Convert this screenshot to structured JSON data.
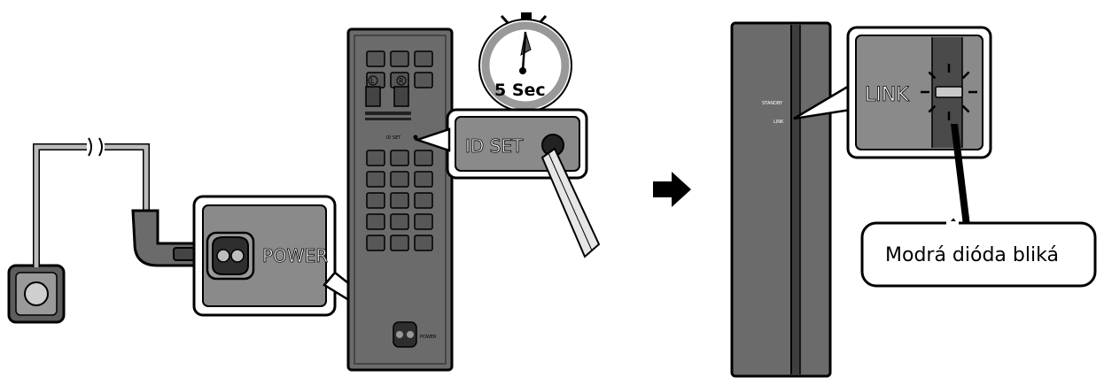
{
  "callouts": {
    "power_label": "POWER",
    "id_set_label": "ID SET",
    "timer_label": "5 Sec",
    "link_label": "LINK",
    "led_note": "Modrá dióda bliká"
  },
  "device_labels": {
    "optical_left": "L",
    "optical_right": "R",
    "id_set_small": "ID SET",
    "power_small": "POWER",
    "standby_small": "STANDBY",
    "link_small": "LINK"
  },
  "colors": {
    "device_body": "#6b6b6b",
    "device_dark": "#3a3a3a",
    "callout_fill": "#8a8a8a",
    "outline": "#000000",
    "cable": "#bcbcbc"
  },
  "icons": [
    "wall-outlet-icon",
    "power-plug-icon",
    "stopwatch-icon",
    "pen-icon",
    "arrow-right-icon",
    "led-blink-icon"
  ]
}
